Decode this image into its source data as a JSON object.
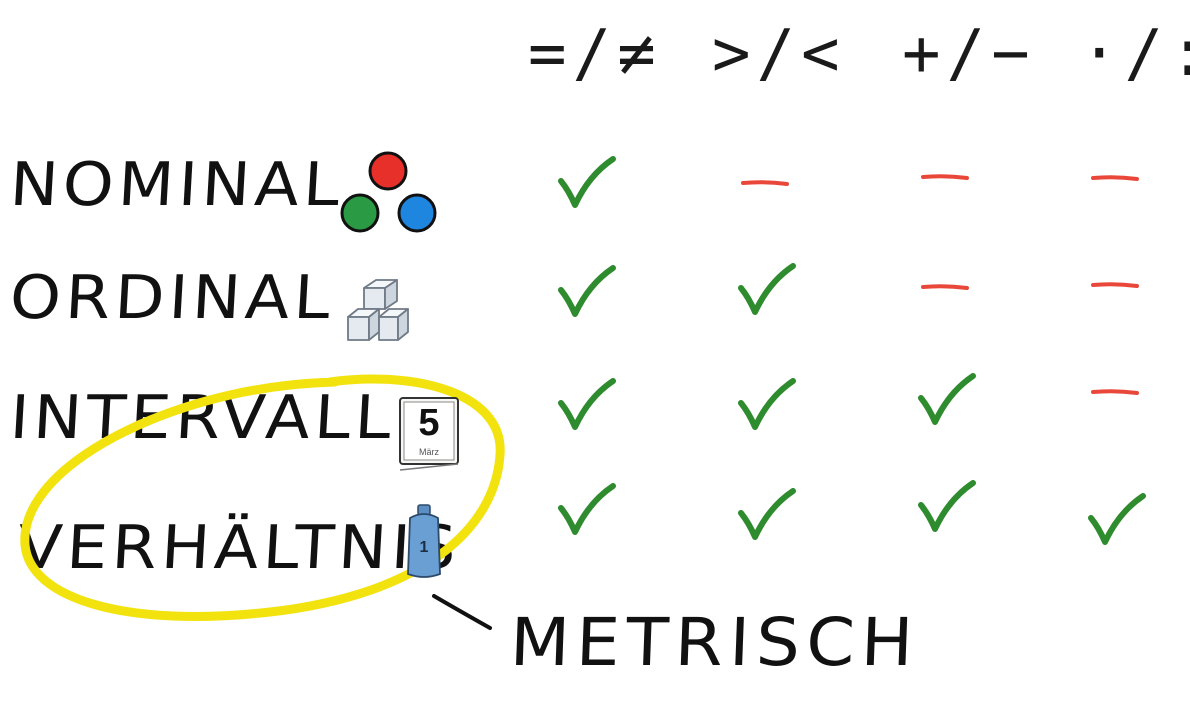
{
  "columns": [
    {
      "label": "=/≠"
    },
    {
      "label": ">/<"
    },
    {
      "label": "+/−"
    },
    {
      "label": "·/:"
    }
  ],
  "rows": [
    {
      "label": "NOMINAL",
      "icon": "colored-balls-icon",
      "cells": [
        "check",
        "dash",
        "dash",
        "dash"
      ]
    },
    {
      "label": "ORDINAL",
      "icon": "stacked-cubes-icon",
      "cells": [
        "check",
        "check",
        "dash",
        "dash"
      ]
    },
    {
      "label": "INTERVALL",
      "icon": "calendar-icon",
      "cells": [
        "check",
        "check",
        "check",
        "dash"
      ]
    },
    {
      "label": "VERHÄLTNIS",
      "icon": "weight-icon",
      "cells": [
        "check",
        "check",
        "check",
        "check"
      ]
    }
  ],
  "icons": {
    "calendar_number": "5",
    "calendar_sub": "März",
    "weight_number": "1"
  },
  "annotation": {
    "label": "METRISCH"
  },
  "colors": {
    "check": "#2e8b2e",
    "dash": "#e8473a",
    "highlight": "#f2e30f",
    "ball_red": "#e8302a",
    "ball_green": "#2a9a44",
    "ball_blue": "#1f86e0",
    "weight": "#6a9fd3"
  }
}
